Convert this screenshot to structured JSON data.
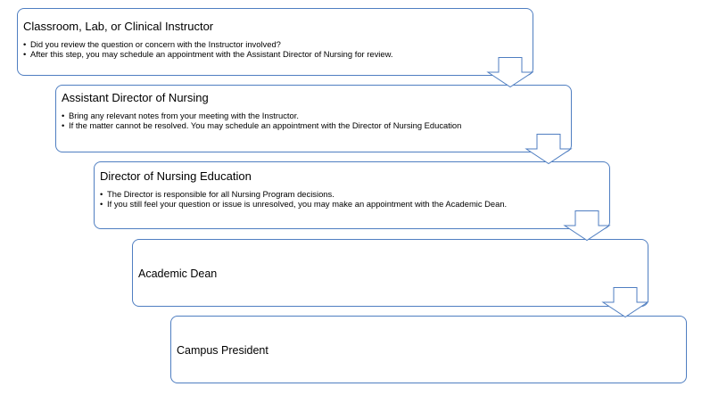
{
  "diagram": {
    "steps": [
      {
        "title": "Classroom, Lab, or Clinical Instructor",
        "bullets": [
          "Did you review the question or concern with the Instructor involved?",
          "After this step, you may schedule an appointment with the Assistant Director of Nursing for review."
        ]
      },
      {
        "title": "Assistant Director of Nursing",
        "bullets": [
          "Bring any relevant notes from your meeting with the Instructor.",
          "If the matter cannot be resolved. You may schedule an appointment with the Director of Nursing Education"
        ]
      },
      {
        "title": "Director of Nursing Education",
        "bullets": [
          "The Director is responsible for all Nursing Program decisions.",
          "If you still feel your question or issue is unresolved, you may make an appointment with the Academic Dean."
        ]
      },
      {
        "title": "Academic Dean",
        "bullets": []
      },
      {
        "title": "Campus President",
        "bullets": []
      }
    ],
    "colors": {
      "box_border": "#4f7ec1",
      "arrow_stroke": "#4f7ec1",
      "arrow_fill": "#ffffff",
      "text": "#000000"
    }
  }
}
